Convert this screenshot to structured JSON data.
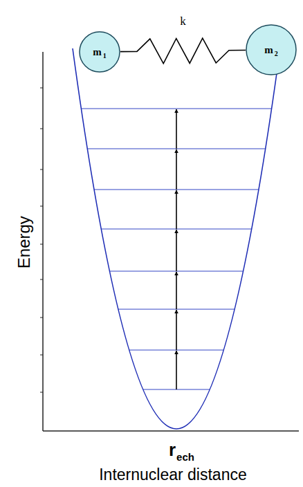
{
  "diagram": {
    "nodes": [
      {
        "text": [
          "m",
          "1"
        ]
      },
      {
        "text": [
          "m",
          "2"
        ]
      }
    ],
    "edges": [
      {
        "from": 0,
        "to": 1,
        "arrow": "none",
        "label": "k"
      }
    ],
    "labels": [
      "Energy",
      "r",
      "ech",
      "Internuclear distance"
    ]
  }
}
